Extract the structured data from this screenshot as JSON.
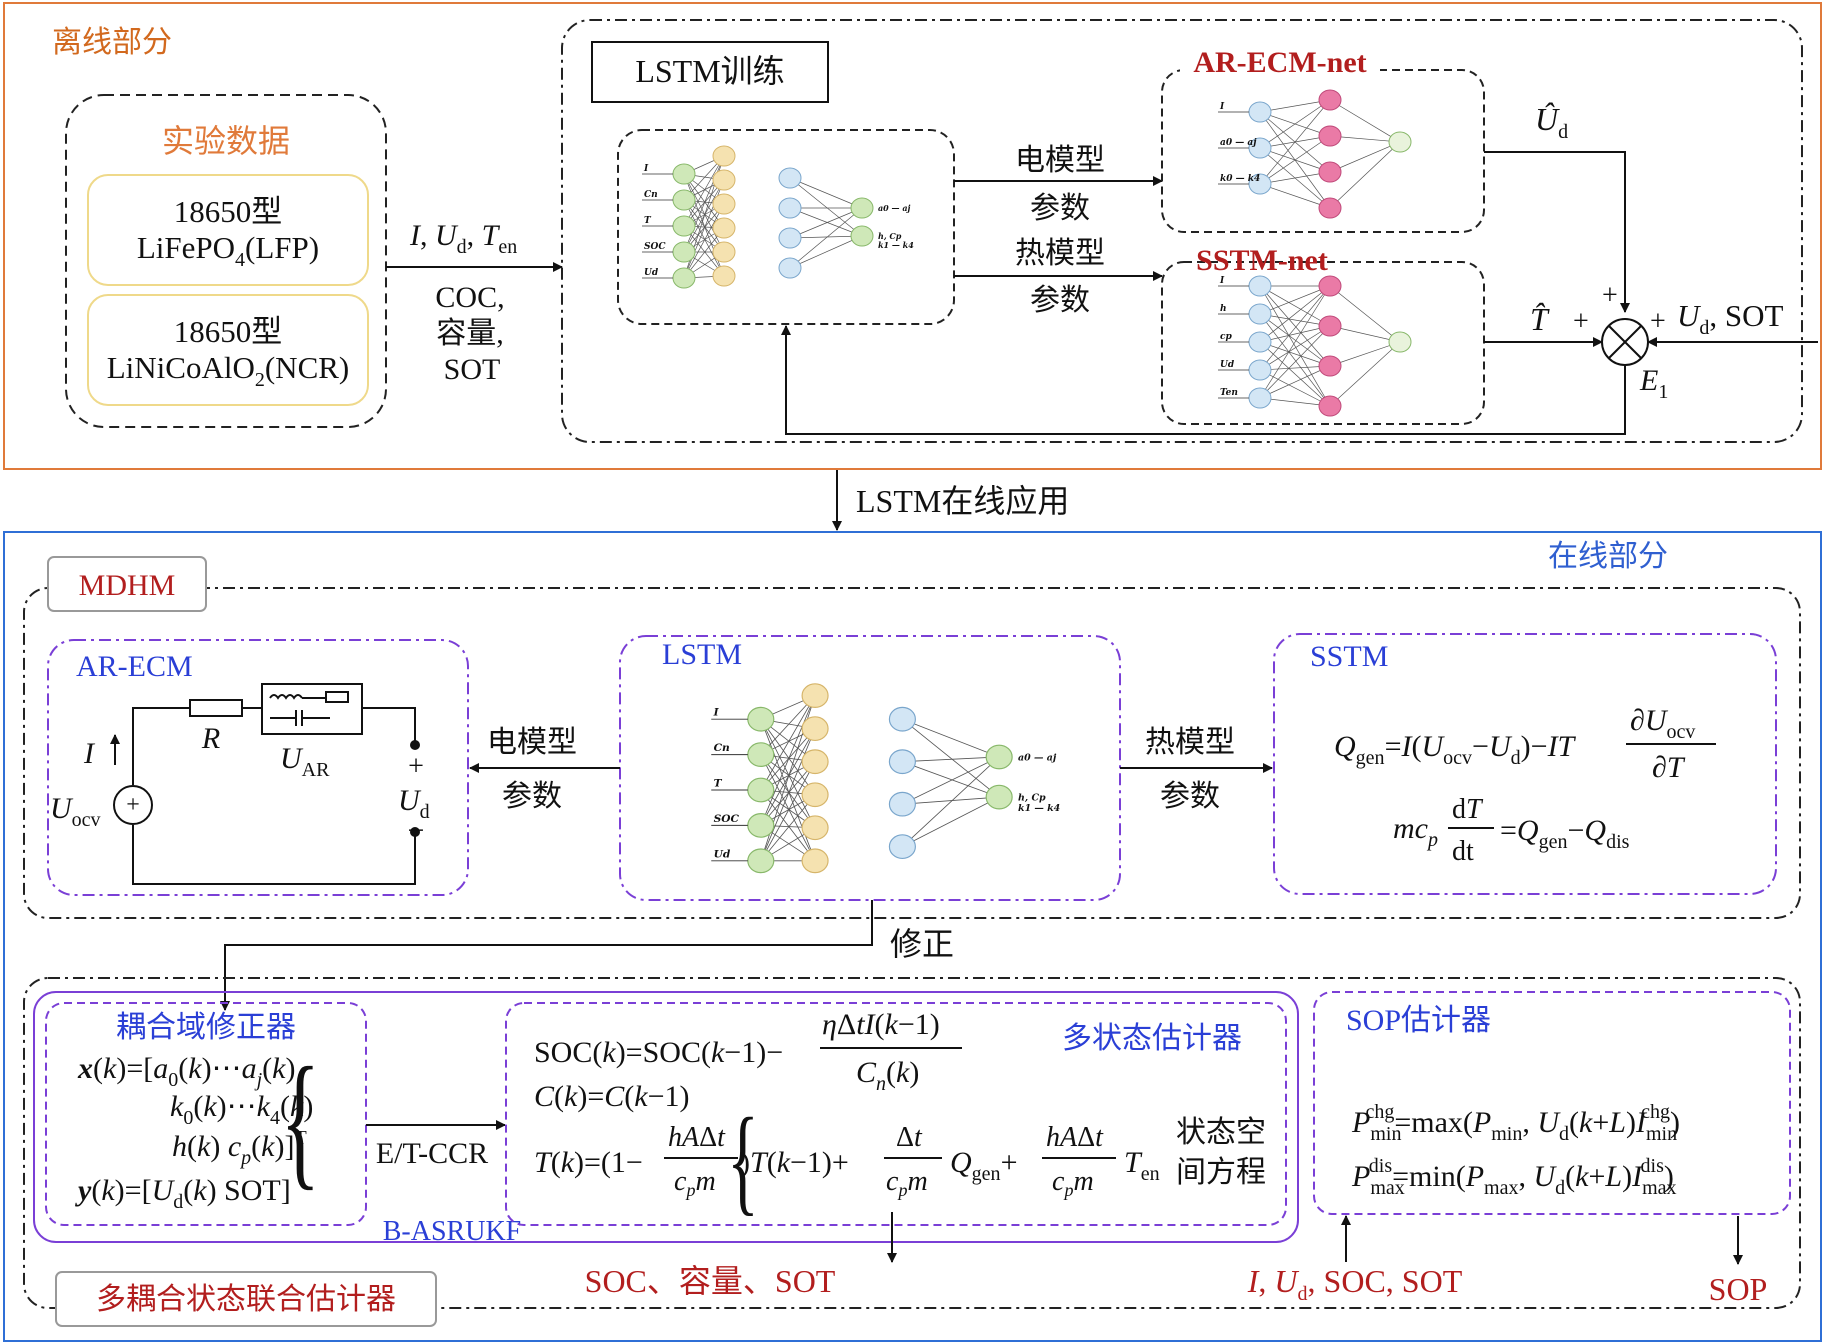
{
  "offline": {
    "section_label": "离线部分",
    "experiment": {
      "title": "实验数据",
      "cell1": {
        "line1": "18650型",
        "chem_prefix": "LiFePO",
        "chem_sub": "4",
        "chem_suffix": "(LFP)"
      },
      "cell2": {
        "line1": "18650型",
        "chem_prefix": "LiNiCoAlO",
        "chem_sub": "2",
        "chem_suffix": "(NCR)"
      }
    },
    "inputs": {
      "i": "I",
      "ud": "U",
      "ud_sub": "d",
      "ten": "T",
      "ten_sub": "en",
      "coc": "COC,",
      "capacity": "容量,",
      "sot": "SOT"
    },
    "lstm_training": "LSTM训练",
    "elec_params": [
      "电模型",
      "参数"
    ],
    "thermal_params": [
      "热模型",
      "参数"
    ],
    "ar_ecm_net": "AR-ECM-net",
    "sstm_net": "SSTM-net",
    "ud_hat": "Û",
    "ud_hat_sub": "d",
    "t_hat": "T̂",
    "plus": "+",
    "measure_label": "U",
    "measure_sub": "d",
    "measure_sot": ", SOT",
    "error": "E",
    "error_sub": "1",
    "nn_input_labels": [
      "I",
      "Cn",
      "T",
      "SOC",
      "Ud"
    ],
    "nn_output_labels": [
      "a0 — aj",
      "k1 — k4",
      "h, Cp"
    ],
    "ar_net_inputs": [
      "I",
      "a0 — aj",
      "k0 — k4"
    ],
    "sstm_net_inputs": [
      "I",
      "h",
      "cp",
      "Ud",
      "Ten"
    ]
  },
  "transfer": {
    "label": "LSTM在线应用"
  },
  "online": {
    "section_label": "在线部分",
    "mdhm": "MDHM",
    "ar_ecm": {
      "title": "AR-ECM",
      "r": "R",
      "u_ar": "U",
      "u_ar_sub": "AR",
      "current": "I",
      "u_ocv": "U",
      "u_ocv_sub": "ocv",
      "ud": "U",
      "ud_sub": "d",
      "plus": "+",
      "minus": "−"
    },
    "lstm": "LSTM",
    "elec_params": [
      "电模型",
      "参数"
    ],
    "thermal_params": [
      "热模型",
      "参数"
    ],
    "sstm": {
      "title": "SSTM",
      "eq1": "Qgen=I(Uocv−Ud)−IT ∂Uocv/∂T",
      "eq2": "mcp dT/dt =Qgen−Qdis"
    },
    "correction": "修正",
    "coupled": {
      "title": "耦合域修正器",
      "x_line1": "x(k)=[a0(k)⋯aj(k)",
      "x_line2": "k0(k)⋯k4(k)",
      "x_line3": "h(k)  cp(k)]T",
      "y_line": "y(k)=[Ud(k)  SOT]"
    },
    "et_ccr": "E/T-CCR",
    "multi": {
      "title": "多状态估计器",
      "eq1": "SOC(k)=SOC(k−1)− ηΔtI(k−1)/Cn(k)",
      "eq2": "C(k)=C(k−1)",
      "eq3": "T(k)=(1− hAΔt/cpm)T(k−1)+ Δt/cpm Qgen+ hAΔt/cpm Ten",
      "state_space": [
        "状态空",
        "间方程"
      ]
    },
    "b_asrukf": "B-ASRUKF",
    "sop": {
      "title": "SOP估计器",
      "eq1": "Pmin chg=max(Pmin, Ud(k+L)Imin chg)",
      "eq2": "Pmax dis=min(Pmax, Ud(k+L)Imax dis)"
    },
    "outputs": "SOC、容量、SOT",
    "sop_inputs": "I, Ud, SOC, SOT",
    "sop_output": "SOP",
    "joint_estimator": "多耦合状态联合估计器"
  },
  "colors": {
    "offline_border": "#e07a3a",
    "offline_label": "#d2691e",
    "online_border": "#2f6fd6",
    "online_label": "#2f5fd0",
    "dark_red": "#b21e1e",
    "purple": "#7a3fd6",
    "blue_text": "#2a3fd6"
  }
}
